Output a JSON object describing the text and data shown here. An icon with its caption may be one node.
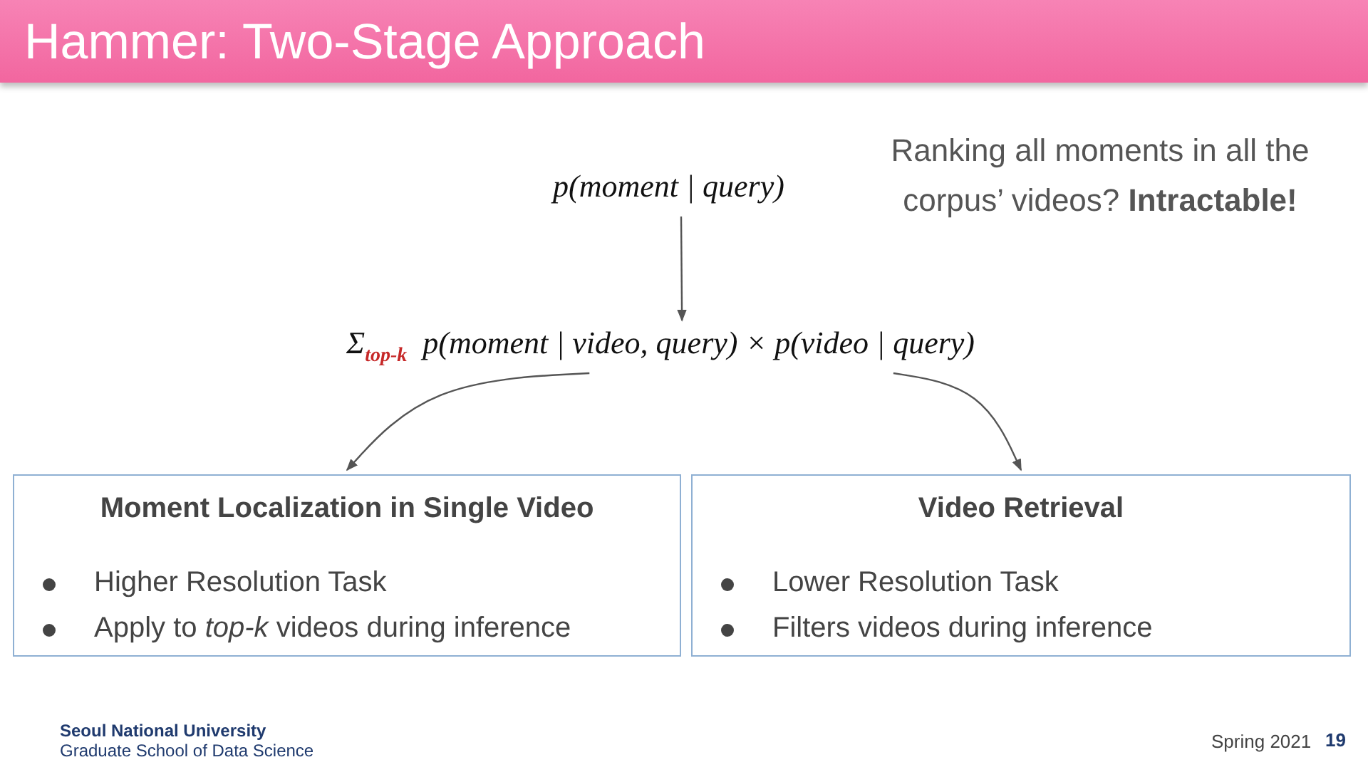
{
  "diagram": {
    "title": "Hammer: Two-Stage Approach",
    "nodes": [
      {
        "text": [
          "p(moment | query)"
        ]
      },
      {
        "text": [
          "Σ$_{top-k}$  p(moment | video, query) × p(video | query)"
        ]
      },
      {
        "text": [
          "Moment Localization in Single Video",
          "Higher Resolution Task",
          "Apply to *top-k* videos during inference"
        ]
      },
      {
        "text": [
          "Video Retrieval",
          "Lower Resolution Task",
          "Filters videos during inference"
        ]
      }
    ],
    "edges": [
      {
        "from": 0,
        "to": 1,
        "arrow": "to"
      },
      {
        "from": 1,
        "to": 2,
        "arrow": "to"
      },
      {
        "from": 1,
        "to": 3,
        "arrow": "to"
      }
    ],
    "labels": [
      "Ranking all moments in all the corpus’ videos? **Intractable!**",
      "Seoul National University",
      "Graduate School of Data Science",
      "Spring 2021",
      "19"
    ]
  }
}
